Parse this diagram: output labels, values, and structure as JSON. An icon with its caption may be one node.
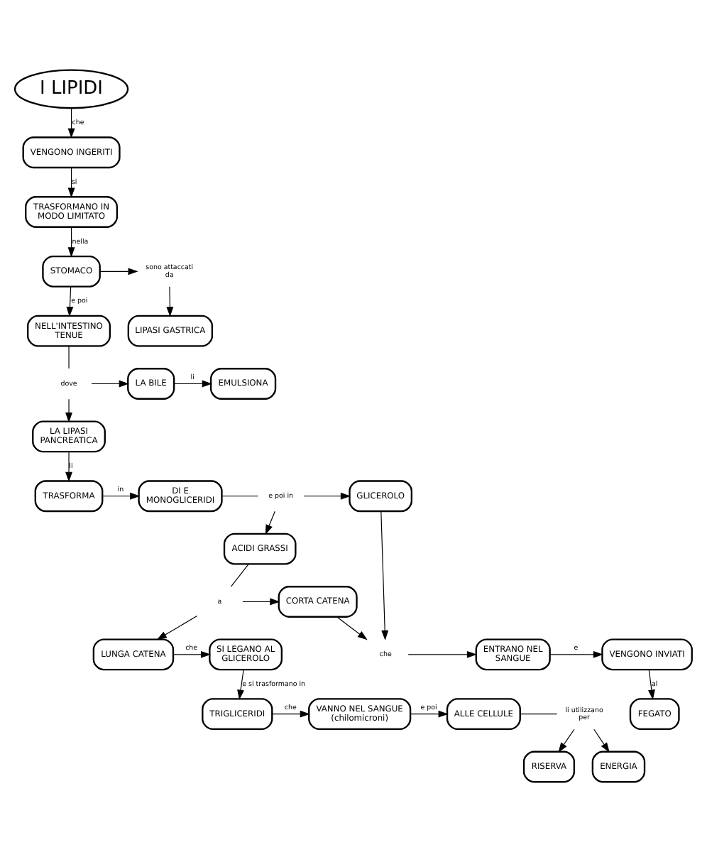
{
  "diagram": {
    "nodes": [
      {
        "text": [
          "I LIPIDI"
        ]
      },
      {
        "text": [
          "VENGONO INGERITI"
        ]
      },
      {
        "text": [
          "TRASFORMANO IN MODO LIMITATO"
        ]
      },
      {
        "text": [
          "STOMACO"
        ]
      },
      {
        "text": [
          "sono attaccati da"
        ]
      },
      {
        "text": [
          "LIPASI GASTRICA"
        ]
      },
      {
        "text": [
          "NELL'INTESTINO TENUE"
        ]
      },
      {
        "text": [
          "dove"
        ]
      },
      {
        "text": [
          "LA BILE"
        ]
      },
      {
        "text": [
          "EMULSIONA"
        ]
      },
      {
        "text": [
          "LA LIPASI PANCREATICA"
        ]
      },
      {
        "text": [
          "TRASFORMA"
        ]
      },
      {
        "text": [
          "DI E MONOGLICERIDI"
        ]
      },
      {
        "text": [
          "e poi in"
        ]
      },
      {
        "text": [
          "GLICEROLO"
        ]
      },
      {
        "text": [
          "ACIDI GRASSI"
        ]
      },
      {
        "text": [
          "che"
        ]
      },
      {
        "text": [
          "ENTRANO NEL SANGUE"
        ]
      },
      {
        "text": [
          "VENGONO INVIATI"
        ]
      },
      {
        "text": [
          "FEGATO"
        ]
      },
      {
        "text": [
          "a"
        ]
      },
      {
        "text": [
          "CORTA CATENA"
        ]
      },
      {
        "text": [
          "LUNGA CATENA"
        ]
      },
      {
        "text": [
          "SI LEGANO AL GLICEROLO"
        ]
      },
      {
        "text": [
          "TRIGLICERIDI"
        ]
      },
      {
        "text": [
          "VANNO NEL SANGUE (chilomicroni)"
        ]
      },
      {
        "text": [
          "ALLE CELLULE"
        ]
      },
      {
        "text": [
          "li utilizzano per"
        ]
      },
      {
        "text": [
          "RISERVA"
        ]
      },
      {
        "text": [
          "ENERGIA"
        ]
      }
    ],
    "edges": [
      {
        "from": 0,
        "to": 1,
        "arrow": "to",
        "label": "che"
      },
      {
        "from": 1,
        "to": 2,
        "arrow": "to",
        "label": "si"
      },
      {
        "from": 2,
        "to": 3,
        "arrow": "to",
        "label": "nella"
      },
      {
        "from": 3,
        "to": 4,
        "arrow": "to"
      },
      {
        "from": 4,
        "to": 5,
        "arrow": "to"
      },
      {
        "from": 3,
        "to": 6,
        "arrow": "to",
        "label": "e poi"
      },
      {
        "from": 6,
        "to": 7,
        "arrow": "none"
      },
      {
        "from": 7,
        "to": 8,
        "arrow": "to"
      },
      {
        "from": 7,
        "to": 10,
        "arrow": "to"
      },
      {
        "from": 8,
        "to": 9,
        "arrow": "to",
        "label": "li"
      },
      {
        "from": 10,
        "to": 11,
        "arrow": "to",
        "label": "li"
      },
      {
        "from": 11,
        "to": 12,
        "arrow": "to",
        "label": "in"
      },
      {
        "from": 12,
        "to": 13,
        "arrow": "none"
      },
      {
        "from": 13,
        "to": 14,
        "arrow": "to"
      },
      {
        "from": 13,
        "to": 15,
        "arrow": "to"
      },
      {
        "from": 14,
        "to": 16,
        "arrow": "to"
      },
      {
        "from": 21,
        "to": 16,
        "arrow": "to"
      },
      {
        "from": 16,
        "to": 17,
        "arrow": "to"
      },
      {
        "from": 17,
        "to": 18,
        "arrow": "to",
        "label": "e"
      },
      {
        "from": 18,
        "to": 19,
        "arrow": "to",
        "label": "al"
      },
      {
        "from": 15,
        "to": 20,
        "arrow": "none"
      },
      {
        "from": 20,
        "to": 21,
        "arrow": "to"
      },
      {
        "from": 20,
        "to": 22,
        "arrow": "to"
      },
      {
        "from": 22,
        "to": 23,
        "arrow": "to",
        "label": "che"
      },
      {
        "from": 23,
        "to": 24,
        "arrow": "to",
        "label": "e si trasformano in"
      },
      {
        "from": 24,
        "to": 25,
        "arrow": "to",
        "label": "che"
      },
      {
        "from": 25,
        "to": 26,
        "arrow": "to",
        "label": "e poi"
      },
      {
        "from": 26,
        "to": 27,
        "arrow": "none"
      },
      {
        "from": 27,
        "to": 28,
        "arrow": "to"
      },
      {
        "from": 27,
        "to": 29,
        "arrow": "to"
      }
    ]
  }
}
